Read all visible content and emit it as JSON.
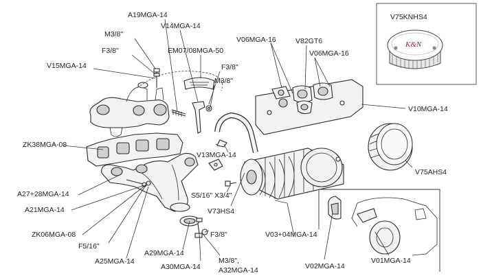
{
  "inset_title": "V75KNHS4",
  "labels": {
    "a19mga14": "A19MGA-14",
    "v14mga14": "V14MGA-14",
    "m38_top": "M3/8\"",
    "f38_left": "F3/8\"",
    "v15mga14": "V15MGA-14",
    "em0708mga50": "EM07/08MGA-50",
    "f38_mid": "F3/8\"",
    "m38_mid": "M3/8\"",
    "v06mga16_a": "V06MGA-16",
    "v82gt6": "V82GT6",
    "v06mga16_b": "V06MGA-16",
    "v10mga14": "V10MGA-14",
    "zk38mga08": "ZK38MGA-08",
    "v13mga14": "V13MGA-14",
    "v75ahs4": "V75AHS4",
    "a2728mga14": "A27+28MGA-14",
    "s516x34": "S5/16\" X3/4\"",
    "a21mga14": "A21MGA-14",
    "v73hs4": "V73HS4",
    "zk06mga08": "ZK06MGA-08",
    "f38_low": "F3/8\"",
    "v0304mga14": "V03+04MGA-14",
    "f516": "F5/16\"",
    "a29mga14": "A29MGA-14",
    "a25mga14": "A25MGA-14",
    "a30mga14": "A30MGA-14",
    "m38_low": "M3/8\",",
    "a32mga14": "A32MGA-14",
    "v02mga14": "V02MGA-14",
    "v01mga14": "V01MGA-14"
  }
}
